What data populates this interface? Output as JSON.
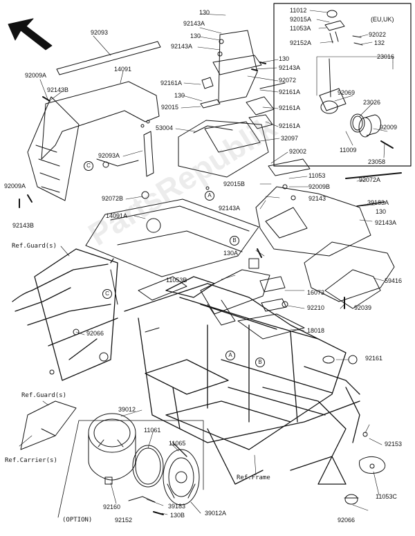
{
  "diagram": {
    "region_label": "(EU,UK)",
    "option_label": "(OPTION)",
    "watermark": "PartsRepublik",
    "callout_letters": {
      "a": "A",
      "b": "B",
      "c": "C"
    },
    "references": {
      "guard_top": "Ref.Guard(s)",
      "guard_bottom": "Ref.Guard(s)",
      "carrier": "Ref.Carrier(s)",
      "frame": "Ref.Frame"
    },
    "parts": {
      "p11012": "11012",
      "p92015a_1": "92015A",
      "p11053a": "11053A",
      "p92022": "92022",
      "p132": "132",
      "p92152a": "92152A",
      "p23016": "23016",
      "p92069": "92069",
      "p23026": "23026",
      "p92009_r": "92009",
      "p11009": "11009",
      "p23058": "23058",
      "p92093": "92093",
      "p14091": "14091",
      "p92009a_1": "92009A",
      "p92143b_1": "92143B",
      "p130_1": "130",
      "p92143a_1": "92143A",
      "p130_2": "130",
      "p92143a_2": "92143A",
      "p130_3": "130",
      "p92143a_3": "92143A",
      "p92072": "92072",
      "p92161a_1": "92161A",
      "p92161a_2": "92161A",
      "p130_4": "130",
      "p92015": "92015",
      "p92161a_3": "92161A",
      "p92161a_4": "92161A",
      "p53004": "53004",
      "p32097": "32097",
      "p92002": "92002",
      "p92093a": "92093A",
      "p11053": "11053",
      "p92015b": "92015B",
      "p92009b": "92009B",
      "p92072a": "92072A",
      "p92009a_2": "92009A",
      "p92072b": "92072B",
      "p92143_mid": "92143",
      "p92143a_4": "92143A",
      "p39183a": "39183A",
      "p130_5": "130",
      "p92143b_2": "92143B",
      "p14091a": "14091A",
      "p92143a_5": "92143A",
      "p130a": "130A",
      "p11053b": "11053B",
      "p59416": "59416",
      "p16073": "16073",
      "p92210": "92210",
      "p92039": "92039",
      "p18018": "18018",
      "p92066_1": "92066",
      "p92161": "92161",
      "p39012": "39012",
      "p11061": "11061",
      "p11065": "11065",
      "p92153": "92153",
      "p11053c": "11053C",
      "p92160": "92160",
      "p39012a": "39012A",
      "p39183": "39183",
      "p130b": "130B",
      "p92152": "92152",
      "p92066_2": "92066"
    }
  }
}
